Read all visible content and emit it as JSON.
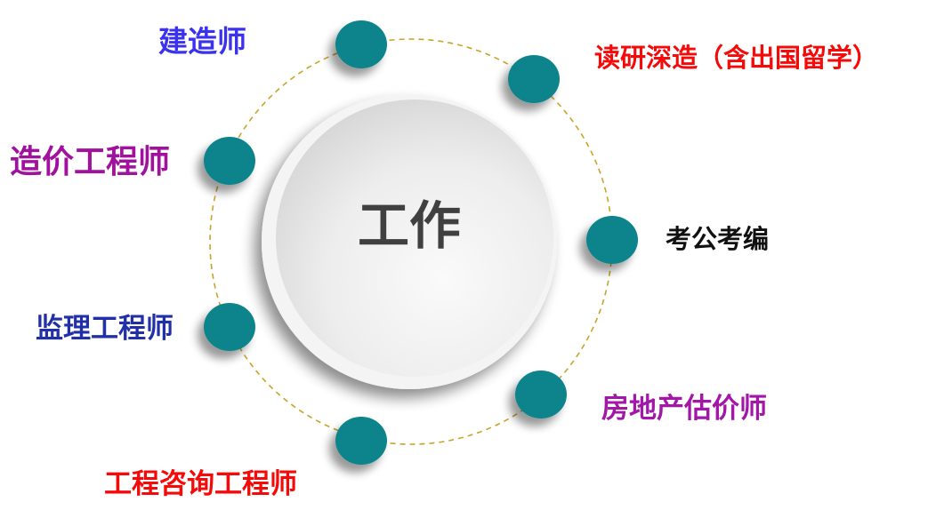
{
  "center": {
    "label": "工作"
  },
  "colors": {
    "node": "#10838c",
    "ring": "#c8a42a",
    "center_text": "#404040"
  },
  "branches": [
    {
      "label": "建造师",
      "color": "#3b32f0"
    },
    {
      "label": "读研深造（含出国留学）",
      "color": "#f50a0a"
    },
    {
      "label": "考公考编",
      "color": "#111111"
    },
    {
      "label": "房地产估价师",
      "color": "#a317a8"
    },
    {
      "label": "工程咨询工程师",
      "color": "#f50a0a"
    },
    {
      "label": "监理工程师",
      "color": "#2230a8"
    },
    {
      "label": "造价工程师",
      "color": "#a0129e"
    }
  ]
}
